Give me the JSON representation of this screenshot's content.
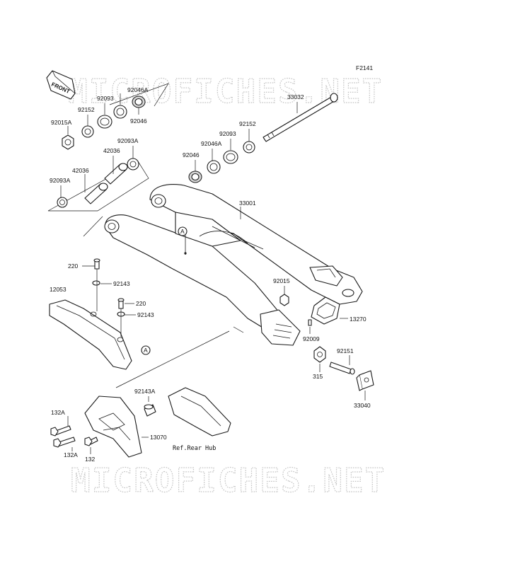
{
  "figure_code": "F2141",
  "watermark": "MICROFICHES.NET",
  "front_label": "FRONT",
  "callout_letter": "A",
  "ref_note": "Ref.Rear Hub",
  "labels": {
    "p92046A_top": "92046A",
    "p92093_top": "92093",
    "p92152_top": "92152",
    "p92046_top": "92046",
    "p92015A": "92015A",
    "p92093A_mid": "92093A",
    "p42036_mid": "42036",
    "p42036_low": "42036",
    "p92093A_low": "92093A",
    "p33032": "33032",
    "p92152_r": "92152",
    "p92093_r": "92093",
    "p92046A_r": "92046A",
    "p92046_r": "92046",
    "p33001": "33001",
    "p220_a": "220",
    "p92143_a": "92143",
    "p12053": "12053",
    "p220_b": "220",
    "p92143_b": "92143",
    "p92015": "92015",
    "p13270": "13270",
    "p92009": "92009",
    "p92151": "92151",
    "p315": "315",
    "p33040": "33040",
    "p92143A": "92143A",
    "p132A_a": "132A",
    "p13070": "13070",
    "p132A_b": "132A",
    "p132": "132"
  }
}
